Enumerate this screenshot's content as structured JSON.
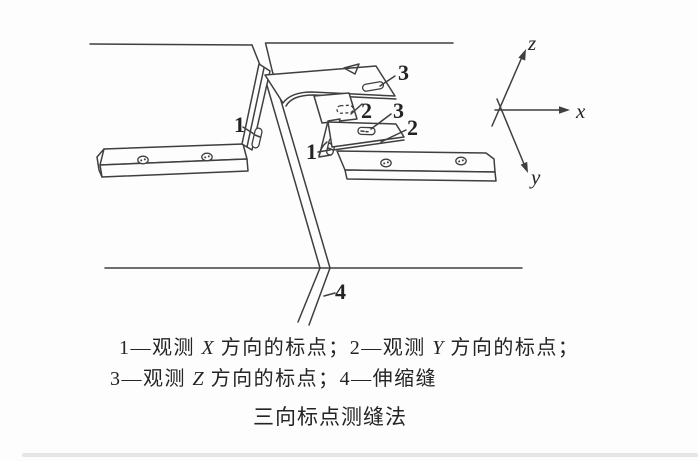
{
  "page": {
    "background": "#fdfdfd",
    "line_color": "#3f3f3f",
    "text_color": "#242424"
  },
  "diagram": {
    "marker_1": "1",
    "marker_2": "2",
    "marker_3": "3",
    "marker_4": "4",
    "axes": {
      "x": "x",
      "y": "y",
      "z": "z"
    }
  },
  "caption": {
    "line1": [
      {
        "text": "1—观测 "
      },
      {
        "text": "X",
        "italic": true
      },
      {
        "text": " 方向的标点；2—观测 "
      },
      {
        "text": "Y",
        "italic": true
      },
      {
        "text": " 方向的标点；"
      }
    ],
    "line2": [
      {
        "text": "3—观测 "
      },
      {
        "text": "Z",
        "italic": true
      },
      {
        "text": " 方向的标点；4—伸缩缝"
      }
    ],
    "title": "三向标点测缝法"
  }
}
